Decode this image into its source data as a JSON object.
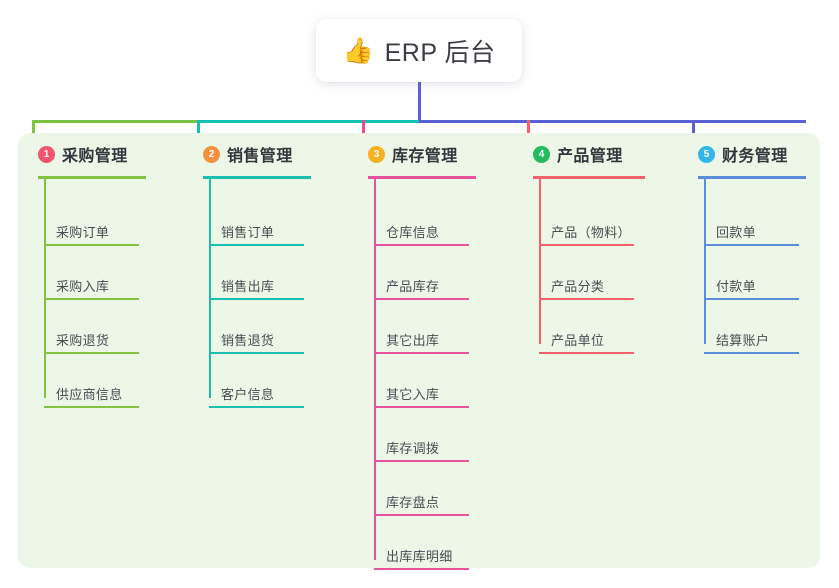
{
  "diagram": {
    "type": "mindmap",
    "title": "ERP 后台",
    "root": {
      "icon": "thumbs-up-icon",
      "icon_glyph": "👍",
      "label": "ERP 后台"
    },
    "background": {
      "page_color": "#ffffff",
      "panel_color": "#edf7e8",
      "root_card_color": "#ffffff"
    },
    "trunk_color": "#5b5fd6",
    "bus_segments": [
      {
        "color": "#7ac143"
      },
      {
        "color": "#12c2b0"
      },
      {
        "color": "#5b5fd6"
      }
    ],
    "branches": [
      {
        "number": "1",
        "title": "采购管理",
        "badge_color": "#f2536d",
        "line_color": "#82c341",
        "drop_color": "#82c341",
        "items": [
          {
            "label": "采购订单"
          },
          {
            "label": "采购入库"
          },
          {
            "label": "采购退货"
          },
          {
            "label": "供应商信息"
          }
        ]
      },
      {
        "number": "2",
        "title": "销售管理",
        "badge_color": "#f5913e",
        "line_color": "#1bbfb0",
        "drop_color": "#12c2b0",
        "items": [
          {
            "label": "销售订单"
          },
          {
            "label": "销售出库"
          },
          {
            "label": "销售退货"
          },
          {
            "label": "客户信息"
          }
        ]
      },
      {
        "number": "3",
        "title": "库存管理",
        "badge_color": "#f7b11f",
        "line_color": "#e8529b",
        "drop_color": "#ee4f93",
        "items": [
          {
            "label": "仓库信息"
          },
          {
            "label": "产品库存"
          },
          {
            "label": "其它出库"
          },
          {
            "label": "其它入库"
          },
          {
            "label": "库存调拨"
          },
          {
            "label": "库存盘点"
          },
          {
            "label": "出库库明细"
          }
        ]
      },
      {
        "number": "4",
        "title": "产品管理",
        "badge_color": "#23bb5e",
        "line_color": "#f4606c",
        "drop_color": "#f4606c",
        "items": [
          {
            "label": "产品（物料）"
          },
          {
            "label": "产品分类"
          },
          {
            "label": "产品单位"
          }
        ]
      },
      {
        "number": "5",
        "title": "财务管理",
        "badge_color": "#32b7e8",
        "line_color": "#5b8ddb",
        "drop_color": "#5b5fd6",
        "items": [
          {
            "label": "回款单"
          },
          {
            "label": "付款单"
          },
          {
            "label": "结算账户"
          }
        ]
      }
    ]
  }
}
